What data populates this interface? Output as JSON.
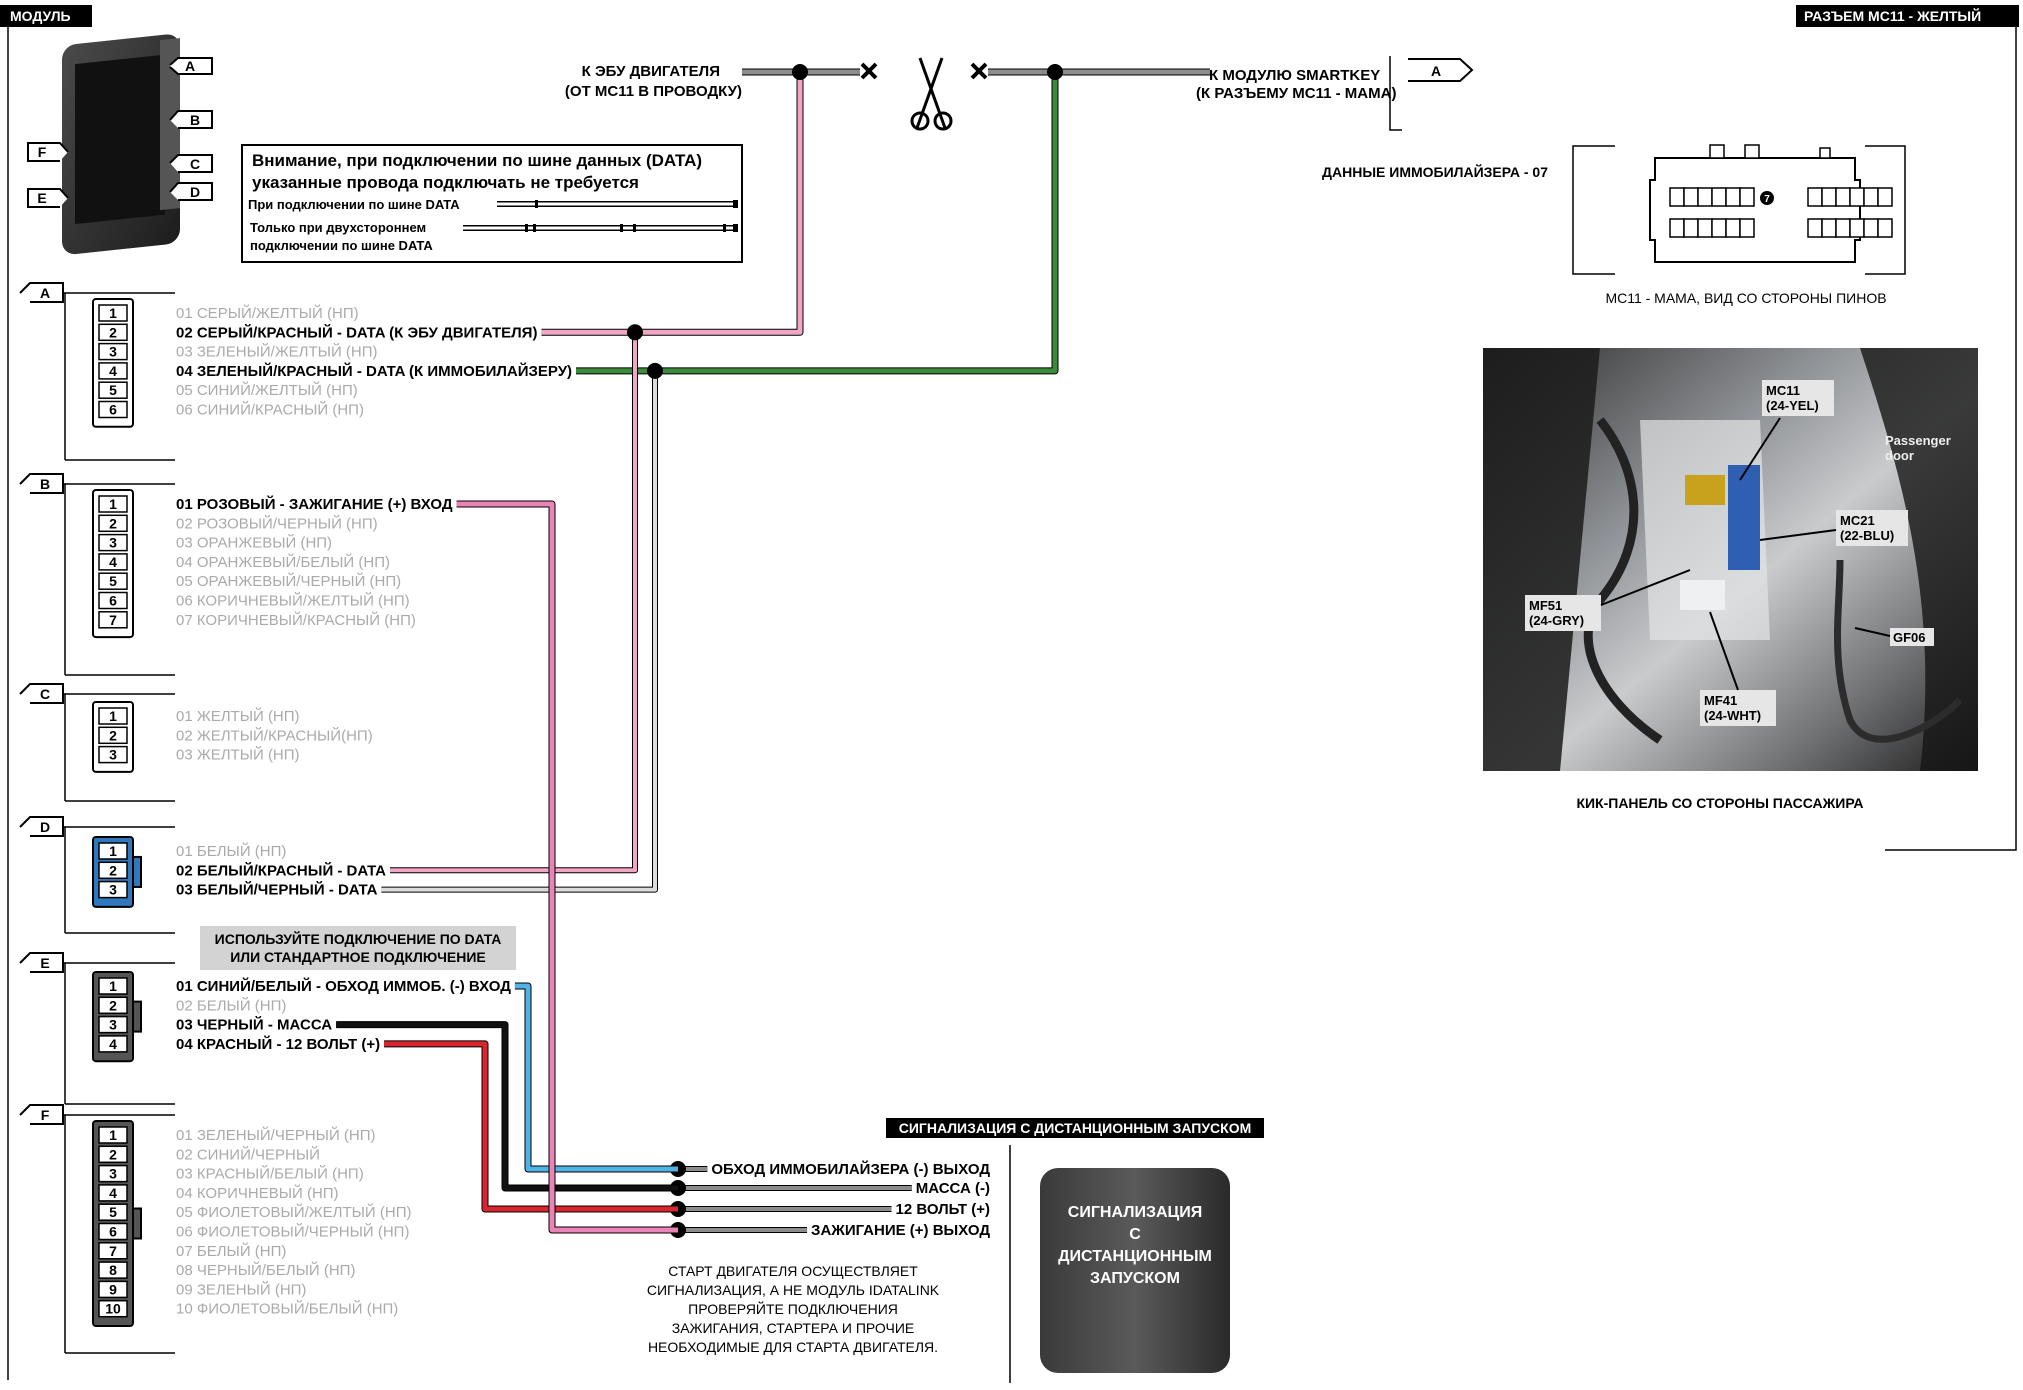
{
  "headers": {
    "module": "МОДУЛЬ",
    "connector": "РАЗЪЕМ MC11 - ЖЕЛТЫЙ",
    "alarm": "СИГНАЛИЗАЦИЯ С ДИСТАНЦИОННЫМ ЗАПУСКОМ"
  },
  "module_ports": [
    "A",
    "B",
    "C",
    "D",
    "E",
    "F"
  ],
  "top_labels": {
    "ecu_line1": "К ЭБУ ДВИГАТЕЛЯ",
    "ecu_line2": "(ОТ MC11 В ПРОВОДКУ)",
    "smartkey_line1": "К МОДУЛЮ SMARTKEY",
    "smartkey_line2": "(К РАЗЪЕМУ MC11 - МАМА)",
    "smartkey_port": "A"
  },
  "notice": {
    "line1": "Внимание, при подключении по шине данных (DATA)",
    "line2": "указанные провода подключать не требуется",
    "legend1": "При подключении по шине DATA",
    "legend2a": "Только при двухстороннем",
    "legend2b": "подключении по шине DATA"
  },
  "connectors": {
    "A": [
      "01 СЕРЫЙ/ЖЕЛТЫЙ (НП)",
      "02 СЕРЫЙ/КРАСНЫЙ - DATA (К ЭБУ ДВИГАТЕЛЯ)",
      "03 ЗЕЛЕНЫЙ/ЖЕЛТЫЙ (НП)",
      "04 ЗЕЛЕНЫЙ/КРАСНЫЙ - DATA (К ИММОБИЛАЙЗЕРУ)",
      "05 СИНИЙ/ЖЕЛТЫЙ (НП)",
      "06 СИНИЙ/КРАСНЫЙ (НП)"
    ],
    "B": [
      "01 РОЗОВЫЙ - ЗАЖИГАНИЕ (+) ВХОД",
      "02 РОЗОВЫЙ/ЧЕРНЫЙ (НП)",
      "03 ОРАНЖЕВЫЙ (НП)",
      "04 ОРАНЖЕВЫЙ/БЕЛЫЙ (НП)",
      "05 ОРАНЖЕВЫЙ/ЧЕРНЫЙ (НП)",
      "06 КОРИЧНЕВЫЙ/ЖЕЛТЫЙ (НП)",
      "07 КОРИЧНЕВЫЙ/КРАСНЫЙ (НП)"
    ],
    "C": [
      "01 ЖЕЛТЫЙ (НП)",
      "02 ЖЕЛТЫЙ/КРАСНЫЙ(НП)",
      "03 ЖЕЛТЫЙ (НП)"
    ],
    "D": [
      "01 БЕЛЫЙ (НП)",
      "02 БЕЛЫЙ/КРАСНЫЙ - DATA",
      "03 БЕЛЫЙ/ЧЕРНЫЙ - DATA"
    ],
    "E": [
      "01 СИНИЙ/БЕЛЫЙ - ОБХОД ИММОБ. (-) ВХОД",
      "02 БЕЛЫЙ (НП)",
      "03 ЧЕРНЫЙ - МАССА",
      "04 КРАСНЫЙ - 12 ВОЛЬТ (+)"
    ],
    "F": [
      "01 ЗЕЛЕНЫЙ/ЧЕРНЫЙ (НП)",
      "02 СИНИЙ/ЧЕРНЫЙ",
      "03 КРАСНЫЙ/БЕЛЫЙ (НП)",
      "04 КОРИЧНЕВЫЙ (НП)",
      "05 ФИОЛЕТОВЫЙ/ЖЕЛТЫЙ (НП)",
      "06 ФИОЛЕТОВЫЙ/ЧЕРНЫЙ (НП)",
      "07 БЕЛЫЙ (НП)",
      "08 ЧЕРНЫЙ/БЕЛЫЙ (НП)",
      "09 ЗЕЛЕНЫЙ (НП)",
      "10 ФИОЛЕТОВЫЙ/БЕЛЫЙ (НП)"
    ]
  },
  "active_wires": {
    "A": [
      2,
      4
    ],
    "B": [
      1
    ],
    "D": [
      2,
      3
    ],
    "E": [
      1,
      3,
      4
    ]
  },
  "use_note": {
    "line1": "ИСПОЛЬЗУЙТЕ  ПОДКЛЮЧЕНИЕ ПО DATA",
    "line2": "ИЛИ  СТАНДАРТНОЕ ПОДКЛЮЧЕНИЕ"
  },
  "outputs": [
    "ОБХОД ИММОБИЛАЙЗЕРА (-) ВЫХОД",
    "МАССА (-)",
    "12 ВОЛЬТ (+)",
    "ЗАЖИГАНИЕ (+) ВЫХОД"
  ],
  "alarm_note": [
    "СТАРТ ДВИГАТЕЛЯ ОСУЩЕСТВЛЯЕТ",
    "СИГНАЛИЗАЦИЯ, А НЕ МОДУЛЬ IDATALINK",
    "ПРОВЕРЯЙТЕ ПОДКЛЮЧЕНИЯ",
    "ЗАЖИГАНИЯ, СТАРТЕРА И ПРОЧИЕ",
    "НЕОБХОДИМЫЕ ДЛЯ СТАРТА ДВИГАТЕЛЯ."
  ],
  "alarm_box": [
    "СИГНАЛИЗАЦИЯ",
    "С",
    "ДИСТАНЦИОННЫМ",
    "ЗАПУСКОМ"
  ],
  "right_panel": {
    "immo_label": "ДАННЫЕ ИММОБИЛАЙЗЕРА - 07",
    "pin_marker": "7",
    "connector_caption": "MC11 - МАМА, ВИД СО СТОРОНЫ ПИНОВ",
    "photo_caption": "КИК-ПАНЕЛЬ СО СТОРОНЫ ПАССАЖИРА",
    "photo_labels": {
      "mc11": [
        "MC11",
        "(24-YEL)"
      ],
      "passenger": [
        "Passenger",
        "door"
      ],
      "mc21": [
        "MC21",
        "(22-BLU)"
      ],
      "mf51": [
        "MF51",
        "(24-GRY)"
      ],
      "gf06": "GF06",
      "mf41": [
        "MF41",
        "(24-WHT)"
      ]
    }
  },
  "colors": {
    "gray": "#8c8c8c",
    "pink": "#e985b5",
    "light_pink": "#f0a6c4",
    "green": "#3c8a3c",
    "blue": "#4fb3e6",
    "red": "#d9262e",
    "black": "#111111",
    "connector_d": "#2f78bd"
  }
}
